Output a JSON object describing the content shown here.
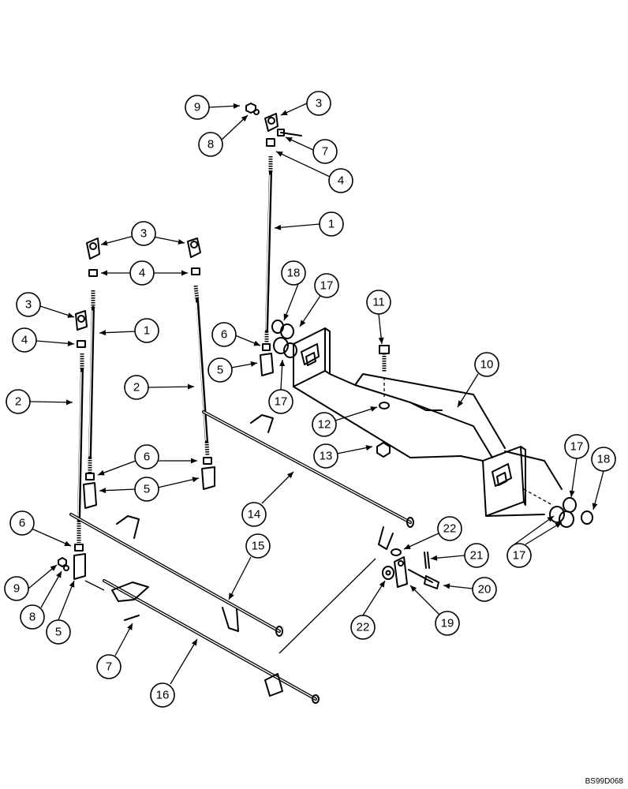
{
  "callouts": [
    {
      "label": "9"
    },
    {
      "label": "3"
    },
    {
      "label": "8"
    },
    {
      "label": "7"
    },
    {
      "label": "4"
    },
    {
      "label": "1"
    },
    {
      "label": "3"
    },
    {
      "label": "4"
    },
    {
      "label": "3"
    },
    {
      "label": "1"
    },
    {
      "label": "4"
    },
    {
      "label": "18"
    },
    {
      "label": "17"
    },
    {
      "label": "6"
    },
    {
      "label": "5"
    },
    {
      "label": "17"
    },
    {
      "label": "11"
    },
    {
      "label": "10"
    },
    {
      "label": "2"
    },
    {
      "label": "2"
    },
    {
      "label": "12"
    },
    {
      "label": "13"
    },
    {
      "label": "6"
    },
    {
      "label": "5"
    },
    {
      "label": "14"
    },
    {
      "label": "17"
    },
    {
      "label": "18"
    },
    {
      "label": "17"
    },
    {
      "label": "6"
    },
    {
      "label": "15"
    },
    {
      "label": "22"
    },
    {
      "label": "21"
    },
    {
      "label": "20"
    },
    {
      "label": "9"
    },
    {
      "label": "8"
    },
    {
      "label": "5"
    },
    {
      "label": "22"
    },
    {
      "label": "19"
    },
    {
      "label": "7"
    },
    {
      "label": "16"
    }
  ],
  "drawing_code": "BS99D068"
}
